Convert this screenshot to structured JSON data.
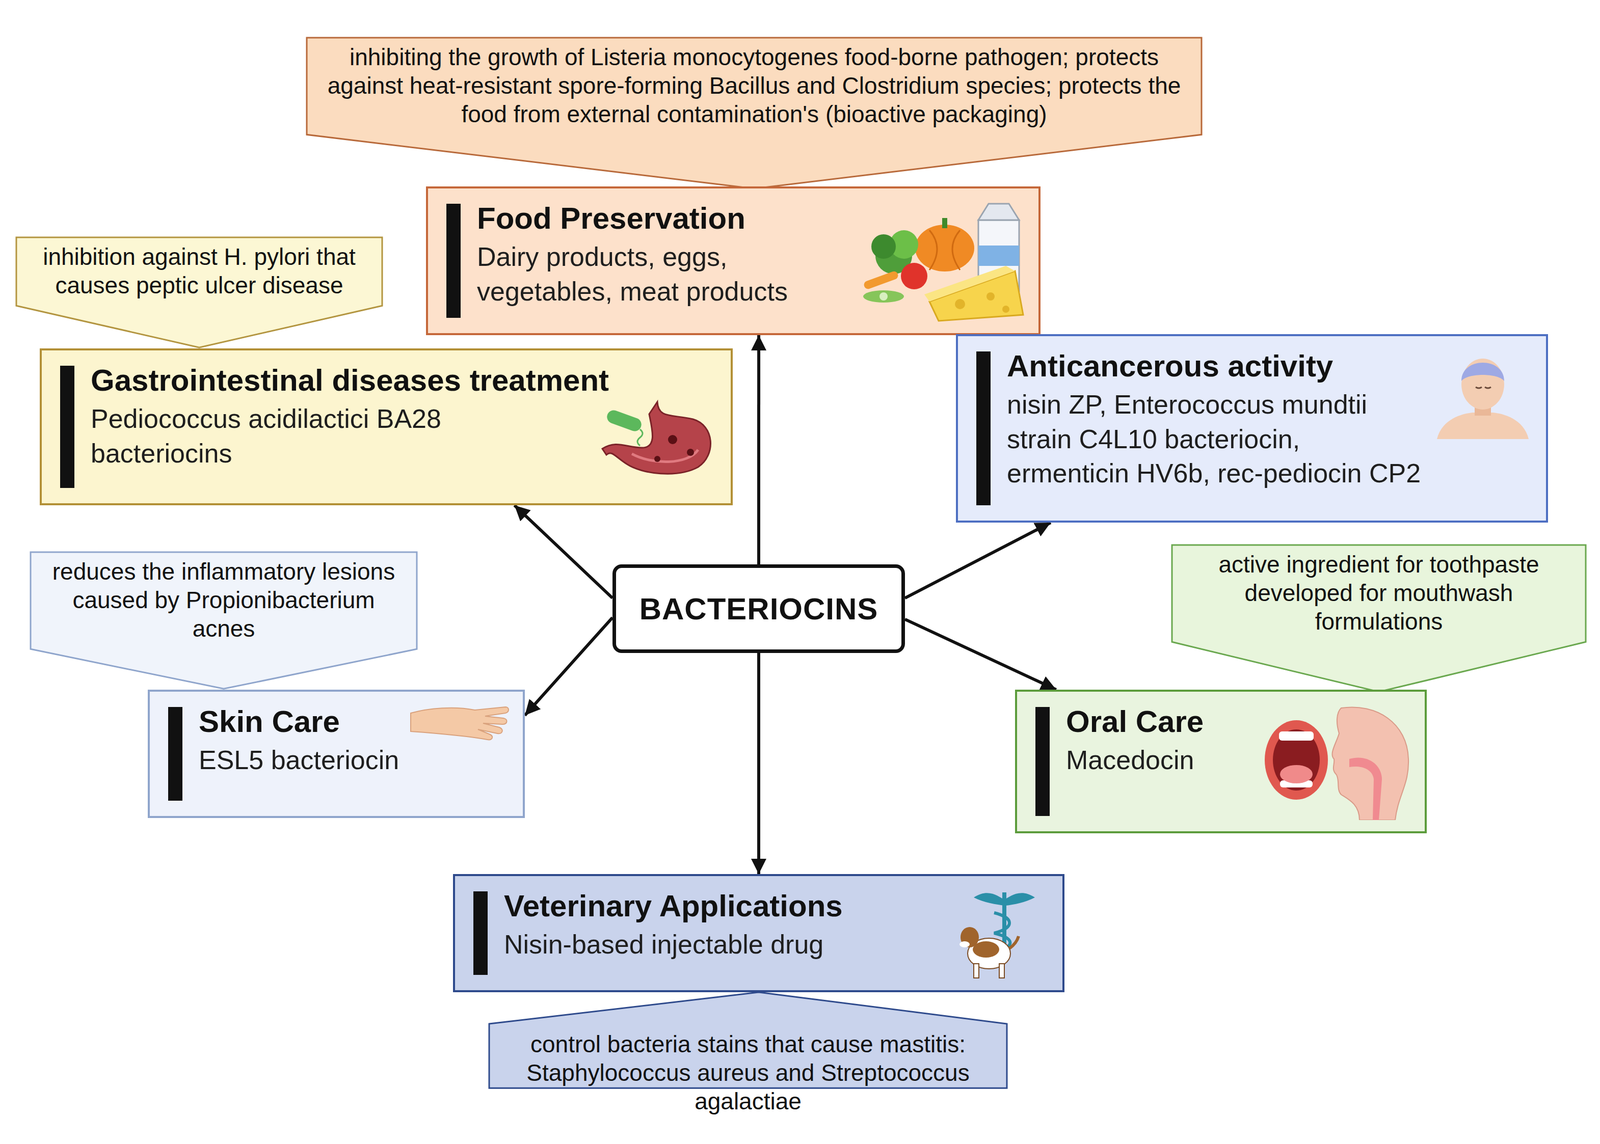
{
  "diagram": {
    "nodes": [
      {
        "text": [
          "inhibiting the growth of Listeria monocytogenes food-borne pathogen; protects against heat-resistant spore-forming Bacillus and Clostridium species; protects the food from external contamination's (bioactive packaging)"
        ]
      },
      {
        "text": [
          "Food Preservation",
          "Dairy products, eggs, vegetables, meat products"
        ]
      },
      {
        "text": [
          "inhibition against H. pylori that causes peptic ulcer disease"
        ]
      },
      {
        "text": [
          "Gastrointestinal diseases treatment",
          "Pediococcus acidilactici BA28 bacteriocins"
        ]
      },
      {
        "text": [
          "Anticancerous activity",
          "nisin ZP, Enterococcus mundtii strain C4L10 bacteriocin, ermenticin HV6b, rec-pediocin CP2"
        ]
      },
      {
        "text": [
          "BACTERIOCINS"
        ]
      },
      {
        "text": [
          "reduces the inflammatory lesions caused by Propionibacterium acnes"
        ]
      },
      {
        "text": [
          "active ingredient for toothpaste developed for mouthwash formulations"
        ]
      },
      {
        "text": [
          "Skin Care",
          "ESL5 bacteriocin"
        ]
      },
      {
        "text": [
          "Oral Care",
          "Macedocin"
        ]
      },
      {
        "text": [
          "Veterinary Applications",
          "Nisin-based injectable drug"
        ]
      },
      {
        "text": [
          "control bacteria stains that cause mastitis: Staphylococcus aureus and Streptococcus agalactiae"
        ]
      }
    ],
    "edges": [
      {
        "from": 5,
        "to": 1,
        "arrow": "to"
      },
      {
        "from": 5,
        "to": 3,
        "arrow": "to"
      },
      {
        "from": 5,
        "to": 4,
        "arrow": "to"
      },
      {
        "from": 5,
        "to": 8,
        "arrow": "to"
      },
      {
        "from": 5,
        "to": 9,
        "arrow": "to"
      },
      {
        "from": 5,
        "to": 10,
        "arrow": "to"
      }
    ]
  }
}
